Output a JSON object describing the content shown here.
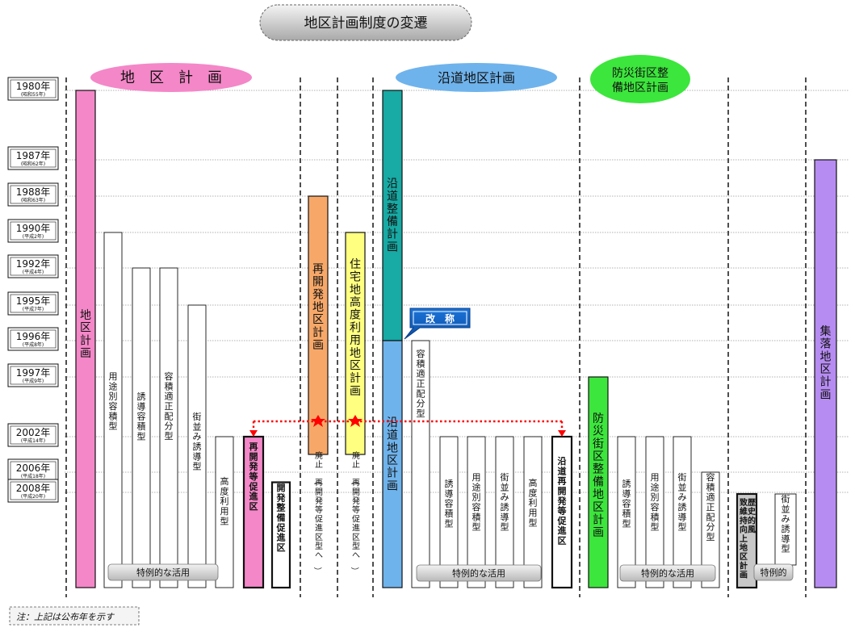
{
  "title": "地区計画制度の変遷",
  "note": "注：上記は公布年を示す",
  "rename_label": "改　称",
  "colors": {
    "pink": "#f487c8",
    "orange": "#f7a868",
    "yellow": "#ffff80",
    "teal": "#18aaa4",
    "blue": "#6fb3ec",
    "green": "#3ce63c",
    "purple": "#b68cf2",
    "red_arrow": "#ff0000",
    "gray_label": "#c8c8c8"
  },
  "years": [
    {
      "year": "1980年",
      "era": "(昭和55年)"
    },
    {
      "year": "1987年",
      "era": "(昭和62年)"
    },
    {
      "year": "1988年",
      "era": "(昭和63年)"
    },
    {
      "year": "1990年",
      "era": "(平成2年)"
    },
    {
      "year": "1992年",
      "era": "(平成4年)"
    },
    {
      "year": "1995年",
      "era": "(平成7年)"
    },
    {
      "year": "1996年",
      "era": "(平成8年)"
    },
    {
      "year": "1997年",
      "era": "(平成9年)"
    },
    {
      "year": "2002年",
      "era": "(平成14年)"
    },
    {
      "year": "2006年",
      "era": "(平成18年)"
    },
    {
      "year": "2008年",
      "era": "(平成20年)"
    }
  ],
  "group_labels": [
    {
      "text": "地　区　計　画",
      "color": "pink"
    },
    {
      "text": "沿道地区計画",
      "color": "blue"
    },
    {
      "text": "防災街区整\n備地区計画",
      "color": "green"
    }
  ],
  "bars": [
    {
      "label": "地区計画",
      "start": 0,
      "color": "pink",
      "kind": "main"
    },
    {
      "label": "用途別容積型",
      "start": 3,
      "kind": "sub"
    },
    {
      "label": "誘導容積型",
      "start": 4,
      "kind": "sub"
    },
    {
      "label": "容積適正配分型",
      "start": 4,
      "kind": "sub"
    },
    {
      "label": "街並み誘導型",
      "start": 5,
      "kind": "sub"
    },
    {
      "label": "高度利用型",
      "start": 8,
      "kind": "sub"
    },
    {
      "label": "再開発等促進区",
      "start": 8,
      "color": "pink",
      "kind": "main-bold"
    },
    {
      "label": "開発整備促進区",
      "start": 9.5,
      "kind": "sub-bold"
    },
    {
      "label": "再開発地区計画",
      "start": 2,
      "end": 8.5,
      "color": "orange",
      "kind": "main"
    },
    {
      "label": "住宅地高度利用地区計画",
      "start": 3,
      "end": 8.5,
      "color": "yellow",
      "kind": "main"
    },
    {
      "label": "沿道整備計画",
      "start": 0,
      "end": 6,
      "color": "teal",
      "kind": "main"
    },
    {
      "label": "沿道地区計画",
      "start": 6,
      "color": "blue",
      "kind": "main"
    },
    {
      "label": "容積適正配分型",
      "start": 6,
      "kind": "sub"
    },
    {
      "label": "誘導容積型",
      "start": 8,
      "kind": "sub"
    },
    {
      "label": "用途別容積型",
      "start": 8,
      "kind": "sub"
    },
    {
      "label": "街並み誘導型",
      "start": 8,
      "kind": "sub"
    },
    {
      "label": "高度利用型",
      "start": 8,
      "kind": "sub"
    },
    {
      "label": "沿道再開発等促進区",
      "start": 8,
      "kind": "sub-bold"
    },
    {
      "label": "防災街区整備地区計画",
      "start": 7,
      "color": "green",
      "kind": "main"
    },
    {
      "label": "誘導容積型",
      "start": 8,
      "kind": "sub"
    },
    {
      "label": "用途別容積型",
      "start": 8,
      "kind": "sub"
    },
    {
      "label": "街並み誘導型",
      "start": 8,
      "kind": "sub"
    },
    {
      "label": "容積適正配分型",
      "start": 9,
      "kind": "sub"
    },
    {
      "label": "歴史的風致維持向上地区計画",
      "start": 10,
      "color": "gray_label",
      "kind": "main-bold"
    },
    {
      "label": "街並み誘導型",
      "start": 10,
      "kind": "sub"
    },
    {
      "label": "集落地区計画",
      "start": 1,
      "color": "purple",
      "kind": "main"
    }
  ],
  "abolition_labels": [
    "廃止（再開発等促進区型へ）",
    "廃止（再開発等促進区型へ）"
  ],
  "special_use_labels": [
    "特例的な活用",
    "特例的な活用",
    "特例的な活用",
    "特例的"
  ]
}
